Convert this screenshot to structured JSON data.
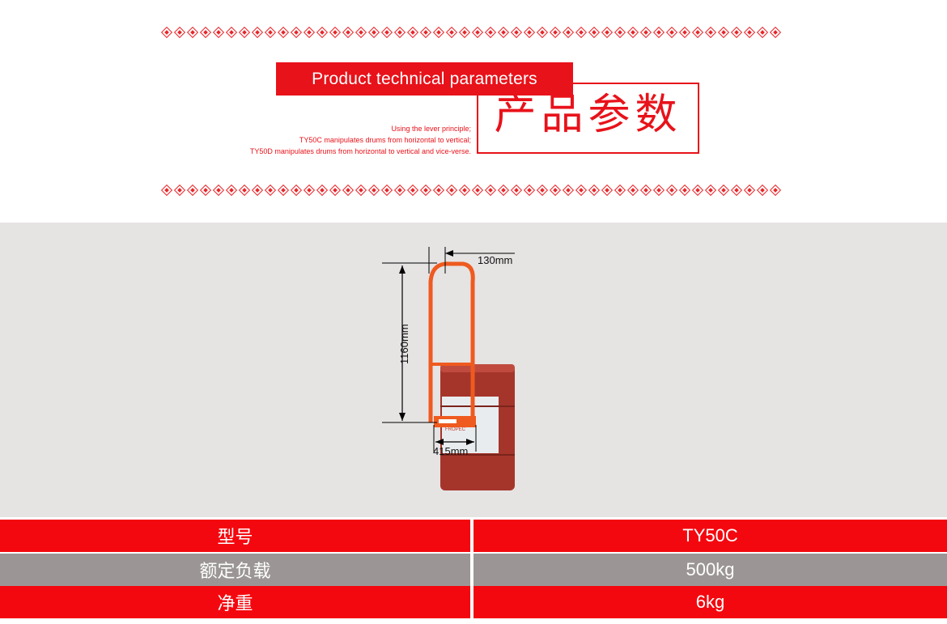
{
  "header": {
    "title_en": "Product technical parameters",
    "title_cn": "产品参数",
    "description_lines": [
      "Using the lever principle;",
      "TY50C manipulates drums from horizontal to vertical;",
      "TY50D manipulates drums from horizontal to vertical and vice-verse."
    ],
    "accent_color": "#e8121a"
  },
  "product_image": {
    "dimensions": {
      "width_top": "130mm",
      "height": "1160mm",
      "base_width": "415mm"
    },
    "drum_label_text": "FROPEC"
  },
  "spec_table": {
    "rows": [
      {
        "label": "型号",
        "value": "TY50C"
      },
      {
        "label": "额定负载",
        "value": "500kg"
      },
      {
        "label": "净重",
        "value": "6kg"
      }
    ],
    "colors": {
      "red_row": "#f4080f",
      "gray_row": "#9b9695"
    }
  }
}
